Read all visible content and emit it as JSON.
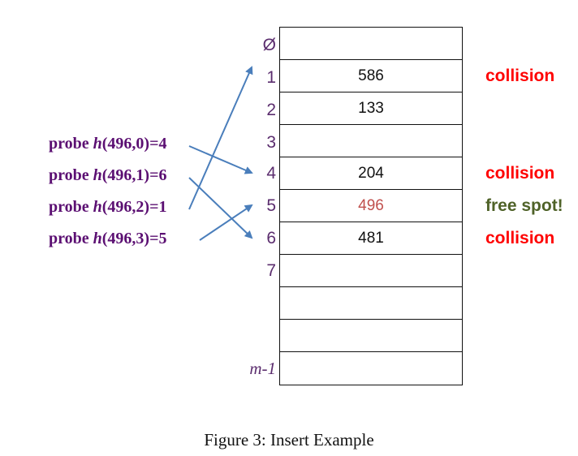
{
  "table": {
    "rows": [
      {
        "index": "Ø",
        "value": ""
      },
      {
        "index": "1",
        "value": "586"
      },
      {
        "index": "2",
        "value": "133"
      },
      {
        "index": "3",
        "value": ""
      },
      {
        "index": "4",
        "value": "204"
      },
      {
        "index": "5",
        "value": "496"
      },
      {
        "index": "6",
        "value": "481"
      },
      {
        "index": "7",
        "value": ""
      },
      {
        "index": "",
        "value": ""
      },
      {
        "index": "",
        "value": ""
      },
      {
        "index": "m-1",
        "value": ""
      }
    ],
    "inserted_color": "#c0504d",
    "index_color": "#5b2d6e"
  },
  "notes": [
    {
      "text": "collision",
      "row": 1,
      "color": "#ff0000"
    },
    {
      "text": "collision",
      "row": 4,
      "color": "#ff0000"
    },
    {
      "text": "free spot!",
      "row": 5,
      "color": "#4f6228"
    },
    {
      "text": "collision",
      "row": 6,
      "color": "#ff0000"
    }
  ],
  "probes": [
    {
      "label_prefix": "probe ",
      "func": "h",
      "args": "(496,0)=4",
      "target_row": 4
    },
    {
      "label_prefix": "probe ",
      "func": "h",
      "args": "(496,1)=6",
      "target_row": 6
    },
    {
      "label_prefix": "probe ",
      "func": "h",
      "args": "(496,2)=1",
      "target_row": 1
    },
    {
      "label_prefix": "probe ",
      "func": "h",
      "args": "(496,3)=5",
      "target_row": 5
    }
  ],
  "probe_color": "#5b0f72",
  "arrow_color": "#4a7ebb",
  "caption": "Figure 3:  Insert Example"
}
